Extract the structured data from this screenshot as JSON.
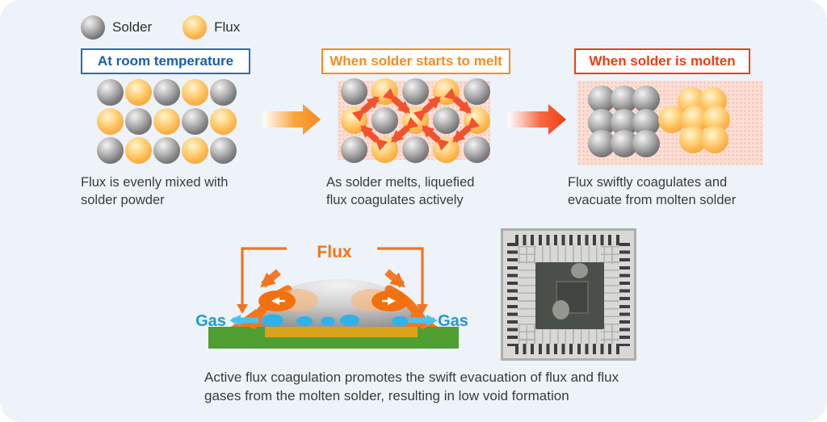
{
  "legend": {
    "solder_label": "Solder",
    "flux_label": "Flux"
  },
  "stages": [
    {
      "title": "At room temperature",
      "caption_lines": [
        "Flux is evenly mixed with",
        "solder powder"
      ],
      "pattern": [
        "SFSFS",
        "FSFSF",
        "SFSFS"
      ]
    },
    {
      "title": "When solder starts to melt",
      "caption_lines": [
        "As solder melts, liquefied",
        "flux coagulates actively"
      ],
      "pattern": [
        "SFSFS",
        "FSFSF",
        "SFSFS"
      ]
    },
    {
      "title": "When solder is molten",
      "caption_lines": [
        "Flux swiftly coagulates and",
        "evacuate from molten solder"
      ],
      "solder_cluster": [
        [
          30,
          23,
          "S"
        ],
        [
          58,
          23,
          "S"
        ],
        [
          85,
          23,
          "S"
        ],
        [
          30,
          52,
          "S"
        ],
        [
          58,
          52,
          "S"
        ],
        [
          85,
          52,
          "S"
        ],
        [
          30,
          78,
          "S"
        ],
        [
          58,
          78,
          "S"
        ],
        [
          85,
          78,
          "S"
        ]
      ],
      "flux_cluster": [
        [
          141,
          25,
          "F"
        ],
        [
          168,
          25,
          "F"
        ],
        [
          117,
          48,
          "F"
        ],
        [
          145,
          48,
          "F"
        ],
        [
          172,
          48,
          "F"
        ],
        [
          143,
          73,
          "F"
        ],
        [
          170,
          73,
          "F"
        ]
      ]
    }
  ],
  "diagram": {
    "flux_label": "Flux",
    "gas_label_left": "Gas",
    "gas_label_right": "Gas"
  },
  "footer": {
    "caption_lines": [
      "Active flux coagulation promotes the swift evacuation of flux and flux",
      "gases from the molten solder, resulting in low void formation"
    ]
  },
  "colors": {
    "background": "#edf3f8",
    "blue_accent": "#1a5fae",
    "orange_accent": "#f68b1f",
    "red_accent": "#f23c14",
    "arrow_red": "#f4512f",
    "pink_panel": "#fbdfd6",
    "pcb_green": "#4f9e31",
    "pad_gold": "#d9a41b",
    "gas_cyan": "#30b0e8",
    "gas_text_blue": "#2197d8",
    "text_dark": "#3b3b3b"
  }
}
